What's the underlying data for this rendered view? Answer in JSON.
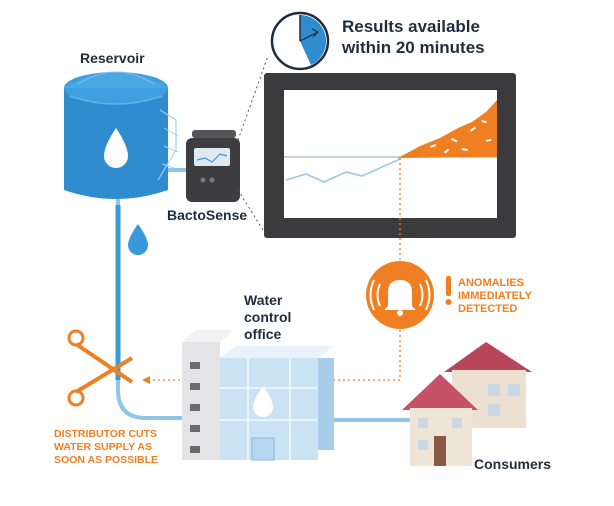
{
  "labels": {
    "reservoir": "Reservoir",
    "device": "BactoSense",
    "results_line1": "Results available",
    "results_line2": "within 20 minutes",
    "office_line1": "Water",
    "office_line2": "control",
    "office_line3": "office",
    "anomalies_line1": "ANOMALIES",
    "anomalies_line2": "IMMEDIATELY",
    "anomalies_line3": "DETECTED",
    "distributor_line1": "DISTRIBUTOR CUTS",
    "distributor_line2": "WATER SUPPLY AS",
    "distributor_line3": "SOON AS POSSIBLE",
    "consumers": "Consumers"
  },
  "colors": {
    "water_blue": "#3a9ad9",
    "reservoir_blue": "#2f8ccf",
    "orange": "#f07f23",
    "dark_text": "#1f2d3d",
    "monitor_frame": "#3b3b3d"
  },
  "icons": [
    "water-drop-icon",
    "clock-icon",
    "alarm-bell-icon",
    "scissors-icon",
    "exclamation-icon"
  ]
}
